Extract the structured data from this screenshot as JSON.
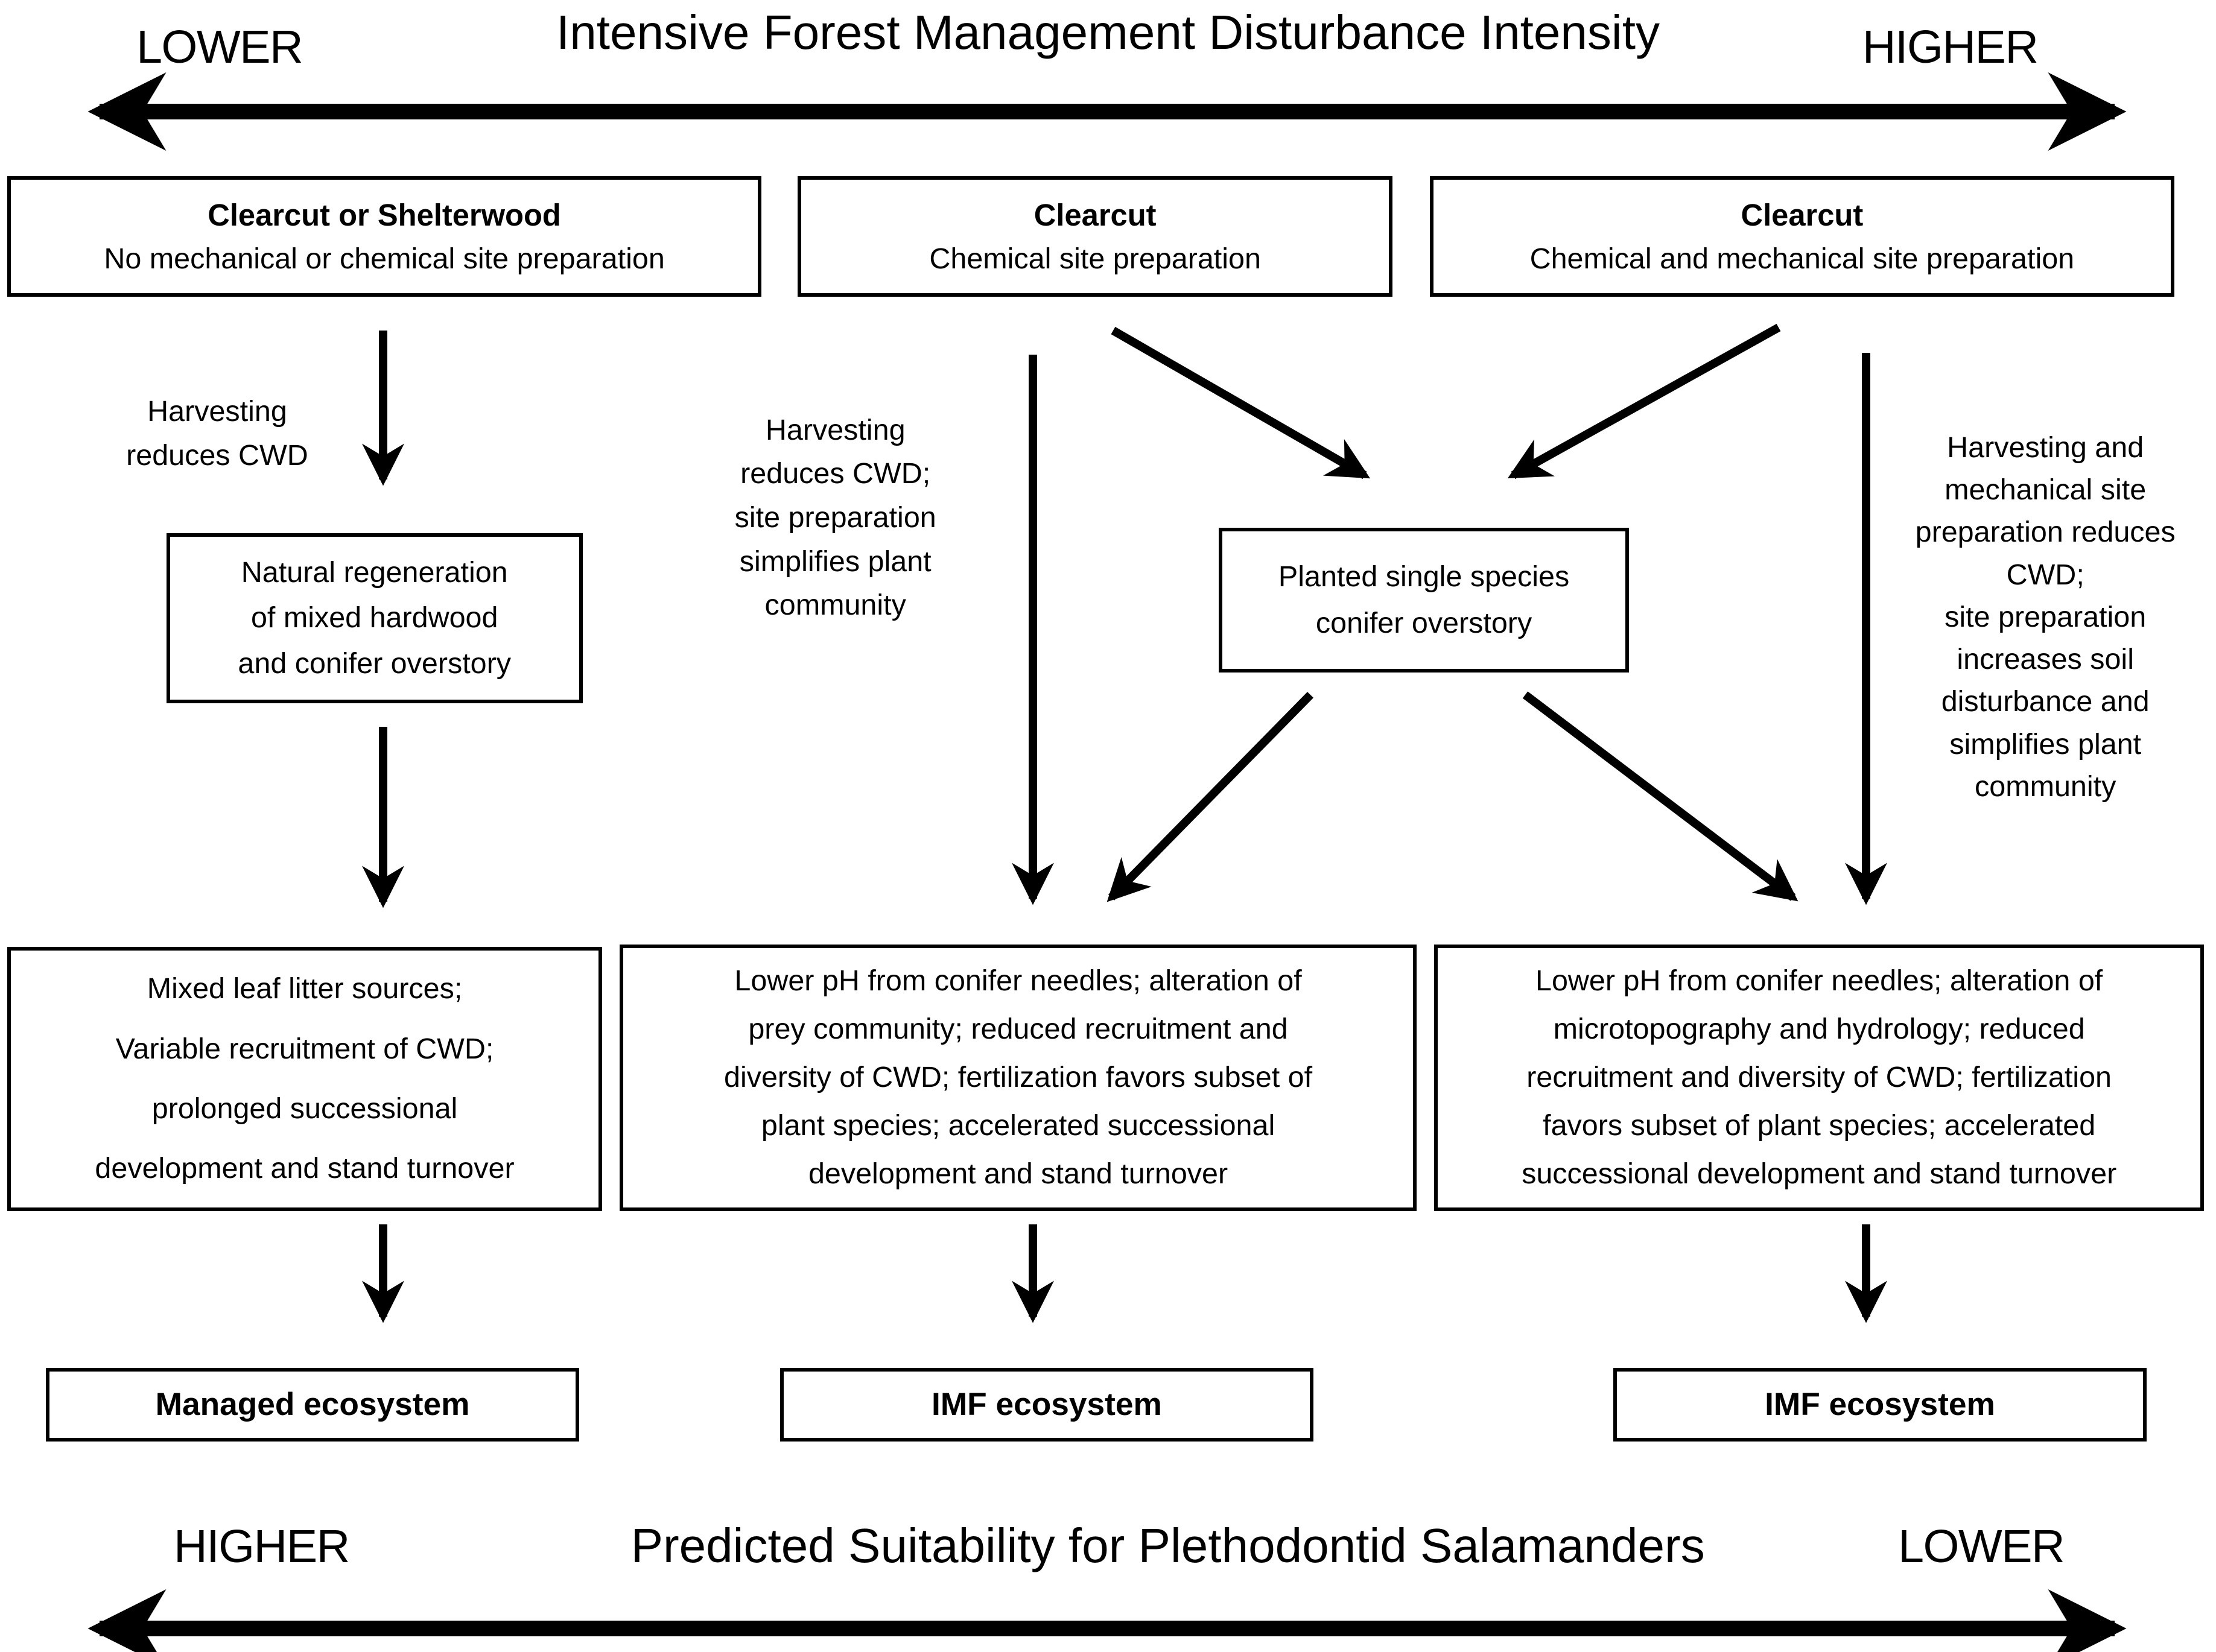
{
  "top_axis": {
    "left_label": "LOWER",
    "title": "Intensive Forest Management Disturbance Intensity",
    "right_label": "HIGHER"
  },
  "bottom_axis": {
    "left_label": "HIGHER",
    "title": "Predicted Suitability for Plethodontid Salamanders",
    "right_label": "LOWER"
  },
  "treatment_boxes": [
    {
      "heading": "Clearcut or Shelterwood",
      "body": "No mechanical or chemical site preparation"
    },
    {
      "heading": "Clearcut",
      "body": "Chemical site preparation"
    },
    {
      "heading": "Clearcut",
      "body": "Chemical and mechanical site preparation"
    }
  ],
  "process_labels": {
    "left": "Harvesting\nreduces CWD",
    "center": "Harvesting\nreduces CWD;\nsite preparation\nsimplifies plant\ncommunity",
    "right": "Harvesting and\nmechanical site\npreparation reduces\nCWD;\nsite preparation\nincreases soil\ndisturbance and\nsimplifies plant\ncommunity"
  },
  "overstory_boxes": {
    "natural": "Natural regeneration\nof mixed hardwood\nand conifer overstory",
    "planted": "Planted single species\nconifer overstory"
  },
  "consequence_boxes": {
    "left": "Mixed leaf litter sources;\nVariable recruitment of CWD;\nprolonged successional\ndevelopment and stand turnover",
    "center": "Lower pH from conifer needles; alteration of\nprey community; reduced recruitment and\ndiversity of CWD; fertilization favors subset of\nplant species; accelerated successional\ndevelopment and stand turnover",
    "right": "Lower pH from conifer needles; alteration of\nmicrotopography and hydrology; reduced\nrecruitment and diversity of CWD; fertilization\nfavors subset of plant species; accelerated\nsuccessional development and stand turnover"
  },
  "ecosystem_boxes": {
    "left": "Managed ecosystem",
    "center": "IMF ecosystem",
    "right": "IMF ecosystem"
  },
  "colors": {
    "ink": "#000000",
    "background": "#ffffff"
  }
}
